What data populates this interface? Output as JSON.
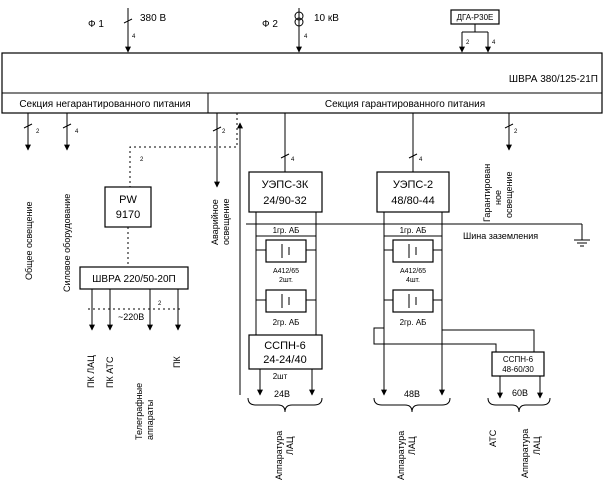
{
  "inputs": {
    "f1_label": "Ф 1",
    "f1_voltage": "380 В",
    "f1_count": "4",
    "f2_label": "Ф 2",
    "f2_voltage": "10 кВ",
    "f2_count": "4",
    "generator": "ДГА-Р30Е",
    "gen_count_a": "2",
    "gen_count_b": "4"
  },
  "main_panel": {
    "title": "ШВРА 380/125-21П",
    "section_left": "Секция негарантированного питания",
    "section_right": "Секция гарантированного питания"
  },
  "loads": {
    "general_lighting": "Общее освещение",
    "general_count": "2",
    "power_equipment": "Силовое оборудование",
    "power_count": "4",
    "emergency_lighting": "Аварийное освещение",
    "emergency_count": "2",
    "guaranteed_lighting": "Гарантирован ное освещение",
    "guaranteed_count": "2"
  },
  "pw": {
    "line1": "PW",
    "line2": "9170"
  },
  "shvra2": {
    "label": "ШВРА 220/50-20П",
    "voltage": "~220В",
    "count": "2"
  },
  "bottom_left": {
    "pk_lac": "ПК ЛАЦ",
    "pk_ats": "ПК АТС",
    "telegraph": "Телеграфные аппараты",
    "pk": "ПК"
  },
  "ueps1": {
    "line1": "УЭПС-3К",
    "line2": "24/90-32",
    "count": "4",
    "group1": "1гр. АБ",
    "battery": "A412/65",
    "battery_qty": "2шт.",
    "group2": "2гр. АБ"
  },
  "sspn1": {
    "line1": "ССПН-6",
    "line2": "24-24/40",
    "qty": "2шт",
    "voltage": "24В",
    "load": "Аппаратура ЛАЦ"
  },
  "ueps2": {
    "line1": "УЭПС-2",
    "line2": "48/80-44",
    "count": "4",
    "group1": "1гр. АБ",
    "battery": "A412/65",
    "battery_qty": "4шт.",
    "group2": "2гр. АБ",
    "voltage": "48В",
    "load": "Аппаратура ЛАЦ"
  },
  "sspn2": {
    "line1": "ССПН-6",
    "line2": "48-60/30",
    "voltage": "60В",
    "load_ats": "АТС",
    "load_lac": "Аппаратура ЛАЦ"
  },
  "ground_bus": "Шина заземления"
}
